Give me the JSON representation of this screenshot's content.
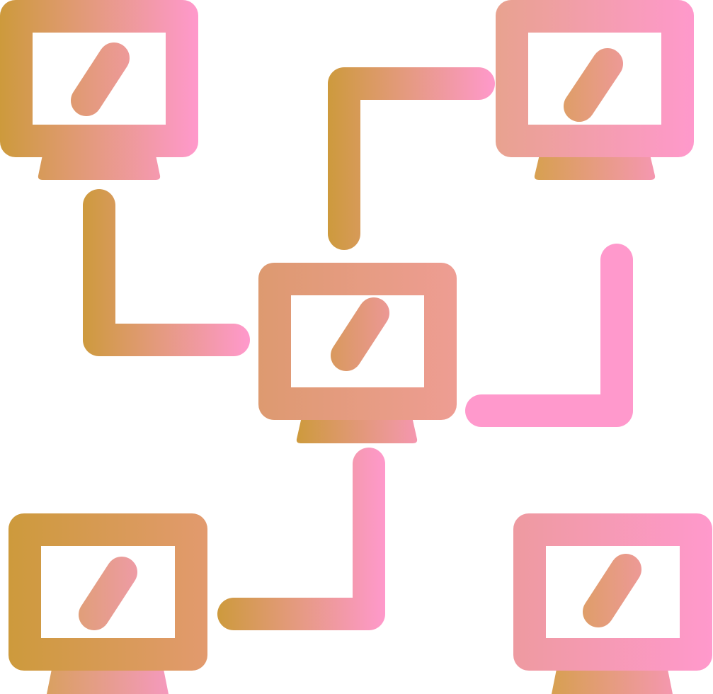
{
  "diagram": {
    "kind": "computer-network-icon",
    "colors": {
      "gold": "#CD9A3C",
      "salmon": "#E29A7E",
      "pink": "#FF99CC",
      "background": "#FFFFFF"
    },
    "nodes": [
      {
        "id": "top-left",
        "icon": "monitor-icon"
      },
      {
        "id": "top-right",
        "icon": "monitor-icon"
      },
      {
        "id": "center",
        "icon": "monitor-icon"
      },
      {
        "id": "bottom-left",
        "icon": "monitor-icon"
      },
      {
        "id": "bottom-right",
        "icon": "monitor-icon"
      }
    ],
    "edges": [
      {
        "from": "top-left",
        "to": "center"
      },
      {
        "from": "center",
        "to": "top-right"
      },
      {
        "from": "top-right",
        "to": "center"
      },
      {
        "from": "center",
        "to": "bottom-left"
      }
    ]
  }
}
